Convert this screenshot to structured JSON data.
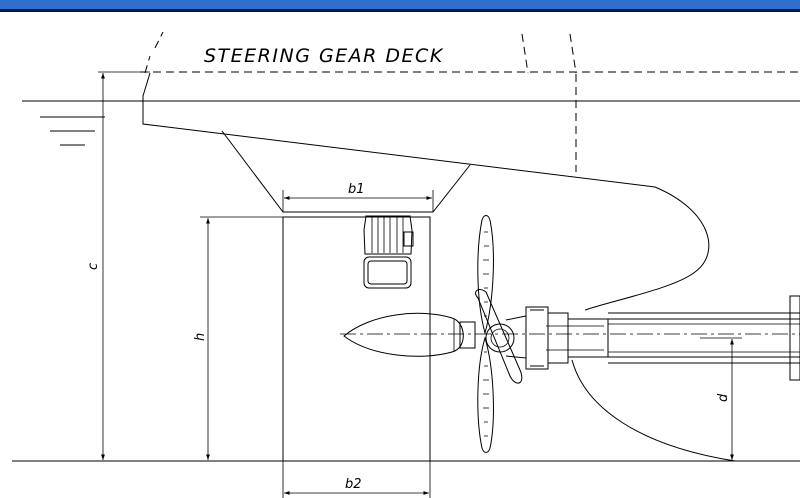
{
  "header_bar": {
    "color": "#2f6fd0"
  },
  "drawing": {
    "deck_label": "STEERING GEAR DECK",
    "dimensions": {
      "b1": "b1",
      "b2": "b2",
      "c": "c",
      "h": "h",
      "d": "d"
    }
  }
}
